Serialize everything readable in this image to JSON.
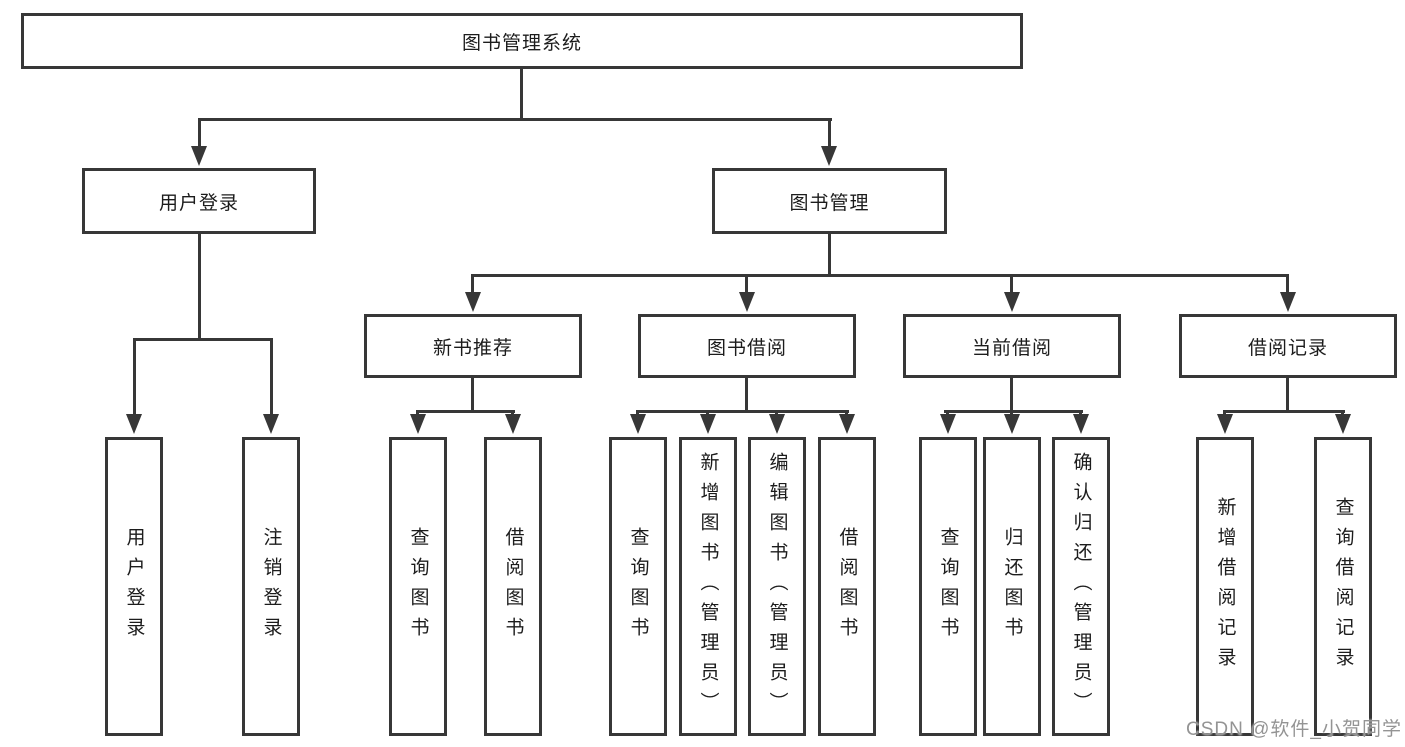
{
  "diagram": {
    "type": "hierarchy-tree",
    "colors": {
      "line": "#373737",
      "box_border": "#373737",
      "text": "#1c1c1c",
      "background": "#ffffff",
      "watermark_text": "#949494"
    },
    "tree": {
      "root": "图书管理系统",
      "level2": [
        {
          "label": "用户登录",
          "leaves": [
            "用户登录",
            "注销登录"
          ]
        },
        {
          "label": "图书管理",
          "sections": [
            {
              "label": "新书推荐",
              "leaves": [
                "查询图书",
                "借阅图书"
              ]
            },
            {
              "label": "图书借阅",
              "leaves": [
                "查询图书",
                "新增图书（管理员）",
                "编辑图书（管理员）",
                "借阅图书"
              ]
            },
            {
              "label": "当前借阅",
              "leaves": [
                "查询图书",
                "归还图书",
                "确认归还（管理员）"
              ]
            },
            {
              "label": "借阅记录",
              "leaves": [
                "新增借阅记录",
                "查询借阅记录"
              ]
            }
          ]
        }
      ]
    },
    "watermark": "CSDN @软件_小贺同学"
  }
}
